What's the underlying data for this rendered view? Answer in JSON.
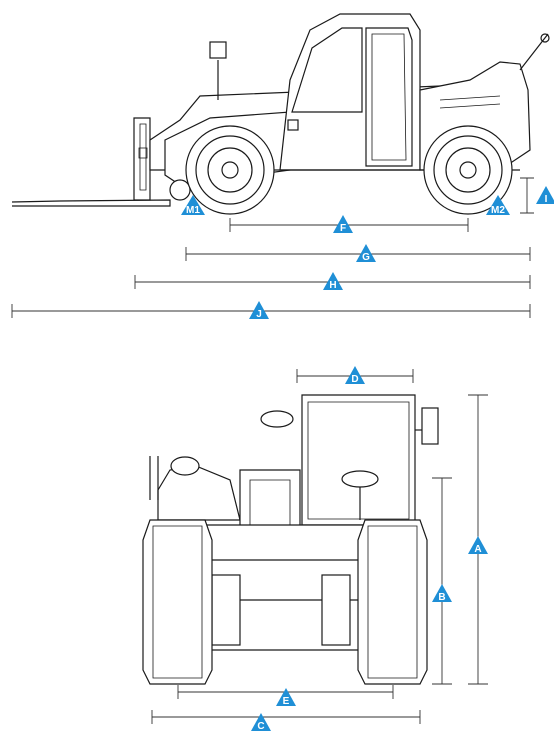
{
  "colors": {
    "marker": "#1f8fd6",
    "line": "#1a1a1a"
  },
  "markers": {
    "A": "A",
    "B": "B",
    "C": "C",
    "D": "D",
    "E": "E",
    "F": "F",
    "G": "G",
    "H": "H",
    "I": "I",
    "J": "J",
    "M1": "M1",
    "M2": "M2"
  }
}
